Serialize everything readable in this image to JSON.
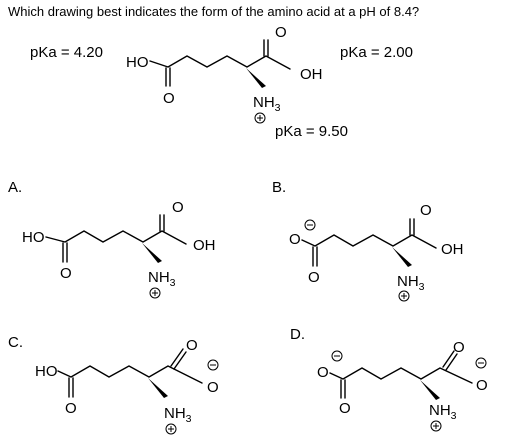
{
  "question": "Which drawing best indicates the form of the amino acid at a pH of 8.4?",
  "pka": {
    "side_chain": "pKa = 4.20",
    "carboxyl": "pKa = 2.00",
    "amine": "pKa = 9.50"
  },
  "atoms": {
    "ho": "HO",
    "oh": "OH",
    "o": "O",
    "nh": "NH",
    "three": "3"
  },
  "options": {
    "a": "A.",
    "b": "B.",
    "c": "C.",
    "d": "D."
  }
}
